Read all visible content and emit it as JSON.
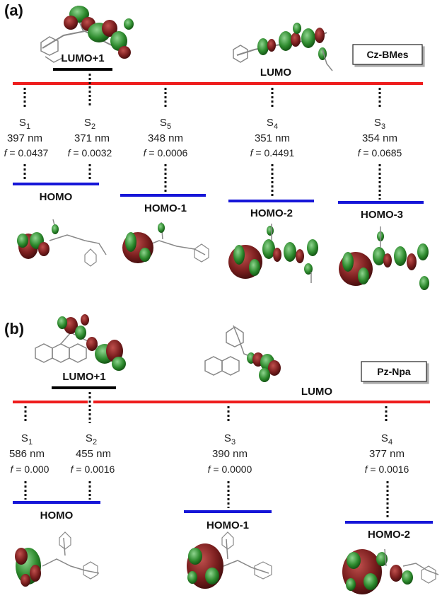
{
  "colors": {
    "lumo": "#ee1c1c",
    "lumo_plus1": "#000000",
    "homo": "#1616d8",
    "lobe_red": "#7a1e1e",
    "lobe_green": "#2e8b2e",
    "molecule": "#888888"
  },
  "panel_a": {
    "label": "(a)",
    "compound": "Cz-BMes",
    "lumo_plus1_label": "LUMO+1",
    "lumo_label": "LUMO",
    "homo_labels": [
      "HOMO",
      "HOMO-1",
      "HOMO-2",
      "HOMO-3"
    ],
    "transitions": [
      {
        "state": "S",
        "sub": "1",
        "nm": "397 nm",
        "f_label": "f",
        "f_value": " = 0.0437"
      },
      {
        "state": "S",
        "sub": "2",
        "nm": "371 nm",
        "f_label": "f",
        "f_value": " = 0.0032"
      },
      {
        "state": "S",
        "sub": "5",
        "nm": "348 nm",
        "f_label": "f",
        "f_value": " = 0.0006"
      },
      {
        "state": "S",
        "sub": "4",
        "nm": "351 nm",
        "f_label": "f",
        "f_value": " = 0.4491"
      },
      {
        "state": "S",
        "sub": "3",
        "nm": "354 nm",
        "f_label": "f",
        "f_value": " = 0.0685"
      }
    ]
  },
  "panel_b": {
    "label": "(b)",
    "compound": "Pz-Npa",
    "lumo_plus1_label": "LUMO+1",
    "lumo_label": "LUMO",
    "homo_labels": [
      "HOMO",
      "HOMO-1",
      "HOMO-2"
    ],
    "transitions": [
      {
        "state": "S",
        "sub": "1",
        "nm": "586 nm",
        "f_label": "f",
        "f_value": " = 0.000"
      },
      {
        "state": "S",
        "sub": "2",
        "nm": "455 nm",
        "f_label": "f",
        "f_value": " = 0.0016"
      },
      {
        "state": "S",
        "sub": "3",
        "nm": "390 nm",
        "f_label": "f",
        "f_value": " = 0.0000"
      },
      {
        "state": "S",
        "sub": "4",
        "nm": "377 nm",
        "f_label": "f",
        "f_value": " = 0.0016"
      }
    ]
  }
}
